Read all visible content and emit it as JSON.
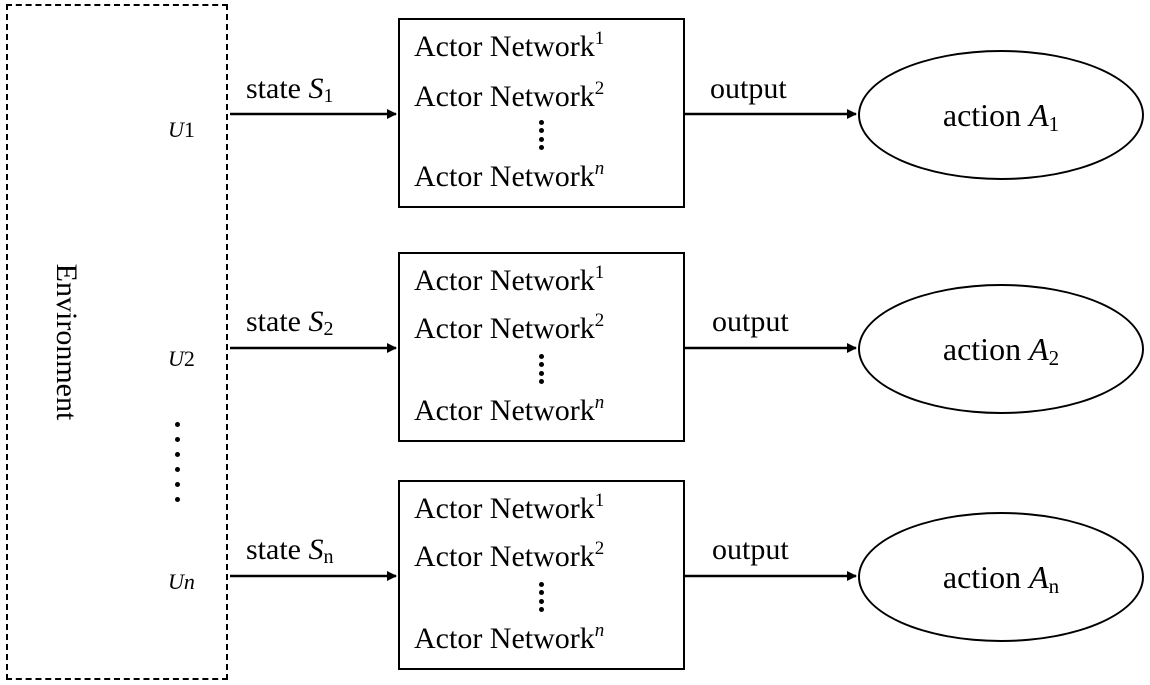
{
  "environment": {
    "label": "Environment",
    "units": [
      {
        "italic": "U",
        "suffix": "1"
      },
      {
        "italic": "U",
        "suffix": "2"
      },
      {
        "italic": "Un",
        "suffix": ""
      }
    ],
    "dots_between_units": "......"
  },
  "rows": [
    {
      "state_prefix": "state ",
      "state_symbol": "S",
      "state_sub": "1",
      "actors": [
        {
          "label": "Actor Network",
          "sup": "1"
        },
        {
          "label": "Actor Network",
          "sup": "2"
        },
        {
          "label": "Actor Network",
          "sup": "n"
        }
      ],
      "output_label": "output",
      "action_prefix": "action ",
      "action_symbol": "A",
      "action_sub": "1"
    },
    {
      "state_prefix": "state ",
      "state_symbol": "S",
      "state_sub": "2",
      "actors": [
        {
          "label": "Actor Network",
          "sup": "1"
        },
        {
          "label": "Actor Network",
          "sup": "2"
        },
        {
          "label": "Actor Network",
          "sup": "n"
        }
      ],
      "output_label": "output",
      "action_prefix": "action ",
      "action_symbol": "A",
      "action_sub": "2"
    },
    {
      "state_prefix": "state ",
      "state_symbol": "S",
      "state_sub": "n",
      "actors": [
        {
          "label": "Actor Network",
          "sup": "1"
        },
        {
          "label": "Actor Network",
          "sup": "2"
        },
        {
          "label": "Actor Network",
          "sup": "n"
        }
      ],
      "output_label": "output",
      "action_prefix": "action ",
      "action_symbol": "A",
      "action_sub": "n"
    }
  ]
}
